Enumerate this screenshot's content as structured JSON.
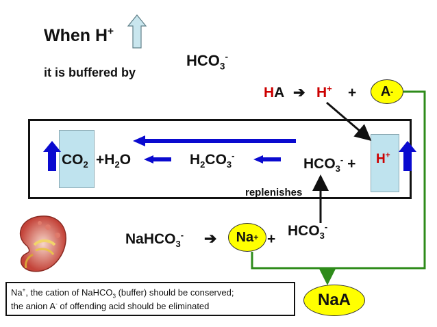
{
  "heading": {
    "when": "When H",
    "plus": "+"
  },
  "subheading": "it is buffered by",
  "hco3_top": {
    "base": "HCO",
    "sub": "3",
    "sup": "-"
  },
  "dissociation": {
    "h": "H",
    "a": "A",
    "arrow": "➔",
    "hplus": "H",
    "hplus_sup": "+",
    "plus": "+",
    "anion": "A",
    "anion_sup": "-"
  },
  "chain": {
    "co2": "CO",
    "co2_sub": "2",
    "h2o": "+H",
    "h2o_sub": "2",
    "h2o_end": "O",
    "h2co3": "H",
    "h2co3_sub1": "2",
    "h2co3_mid": "CO",
    "h2co3_sub2": "3",
    "h2co3_sup": "-",
    "hco3": "HCO",
    "hco3_sub": "3",
    "hco3_sup": "-",
    "hco3_plus": " +",
    "hbox": "H",
    "hbox_sup": "+"
  },
  "replenishes": "replenishes",
  "nahco3_row": {
    "nahco3": "NaHCO",
    "nahco3_sub": "3",
    "nahco3_sup": "-",
    "arrow": "➔",
    "na": "Na",
    "na_sup": "+",
    "plus": "+",
    "hco3": "HCO",
    "hco3_sub": "3",
    "hco3_sup": "-"
  },
  "product": "NaA",
  "note": {
    "line1_a": "Na",
    "line1_sup": "+",
    "line1_b": ", the cation of NaHCO",
    "line1_sub": "3",
    "line1_c": " (buffer) should be conserved;",
    "line2_a": "the anion A",
    "line2_sup": "-",
    "line2_b": " of offending acid should be eliminated"
  },
  "colors": {
    "red": "#cc0000",
    "blue": "#0a0acf",
    "green": "#2e8b1a",
    "yellow": "#ffff00",
    "lightblue": "#bfe3ee"
  },
  "icons": [
    "up-arrow-icon",
    "kidney-icon"
  ]
}
